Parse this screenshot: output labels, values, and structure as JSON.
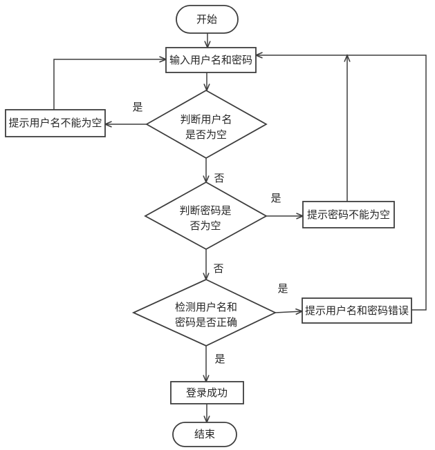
{
  "diagram": {
    "type": "flowchart",
    "colors": {
      "line": "#3d3d3d",
      "text": "#262626",
      "shape_fill": "#ffffff",
      "background": "#ffffff"
    },
    "nodes": {
      "start": {
        "type": "terminator",
        "label": "开始"
      },
      "input": {
        "type": "process",
        "label": "输入用户名和密码"
      },
      "check_username": {
        "type": "decision",
        "line1": "判断用户名",
        "line2": "是否为空"
      },
      "prompt_username": {
        "type": "process",
        "label": "提示用户名不能为空"
      },
      "check_password": {
        "type": "decision",
        "line1": "判断密码是",
        "line2": "否为空"
      },
      "prompt_password": {
        "type": "process",
        "label": "提示密码不能为空"
      },
      "check_correct": {
        "type": "decision",
        "line1": "检测用户名和",
        "line2": "密码是否正确"
      },
      "prompt_error": {
        "type": "process",
        "label": "提示用户名和密码错误"
      },
      "login_success": {
        "type": "process",
        "label": "登录成功"
      },
      "end": {
        "type": "terminator",
        "label": "结束"
      }
    },
    "edge_labels": {
      "username_empty_yes": "是",
      "username_empty_no": "否",
      "password_empty_yes": "是",
      "password_empty_no": "否",
      "credentials_wrong": "是",
      "credentials_ok": "是"
    }
  }
}
